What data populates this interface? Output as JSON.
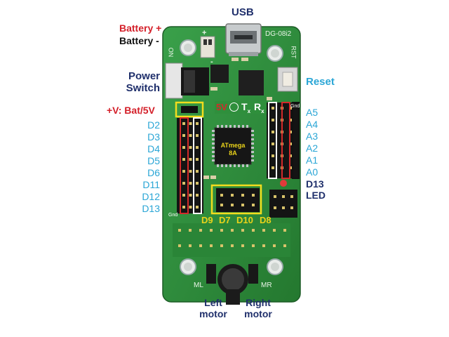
{
  "labels": {
    "usb": "USB",
    "battery_plus": "Battery +",
    "battery_minus": "Battery -",
    "power_switch_line1": "Power",
    "power_switch_line2": "Switch",
    "reset": "Reset",
    "vplus": "+V: Bat/5V",
    "d13_led_line1": "D13",
    "d13_led_line2": "LED",
    "left_motor_line1": "Left",
    "left_motor_line2": "motor",
    "right_motor_line1": "Right",
    "right_motor_line2": "motor"
  },
  "left_pins": [
    "D2",
    "D3",
    "D4",
    "D5",
    "D6",
    "D11",
    "D12",
    "D13"
  ],
  "right_pins": [
    "A5",
    "A4",
    "A3",
    "A2",
    "A1",
    "A0"
  ],
  "servo_pins": [
    "D9",
    "D7",
    "D10",
    "D8"
  ],
  "board_text": {
    "model": "DG-08i2",
    "chip_line1": "ATmega",
    "chip_line2": "8A",
    "switch_on": "ON",
    "rst": "RST",
    "fivev": "5V",
    "tx": "T",
    "tx_sub": "x",
    "rx": "R",
    "rx_sub": "x",
    "gnd_top": "Gnd",
    "gnd_bottom": "Gnd",
    "plus_sign": "+",
    "minus_sign": "-",
    "ml": "ML",
    "mr": "MR"
  },
  "colors": {
    "board": "#2f8f3c",
    "highlight_yellow": "#f2dc1e",
    "highlight_red": "#d42a2a",
    "highlight_white": "#ffffff",
    "label_cyan": "#2aa6d6",
    "label_navy": "#1f2f6b",
    "label_red": "#d4202a"
  }
}
